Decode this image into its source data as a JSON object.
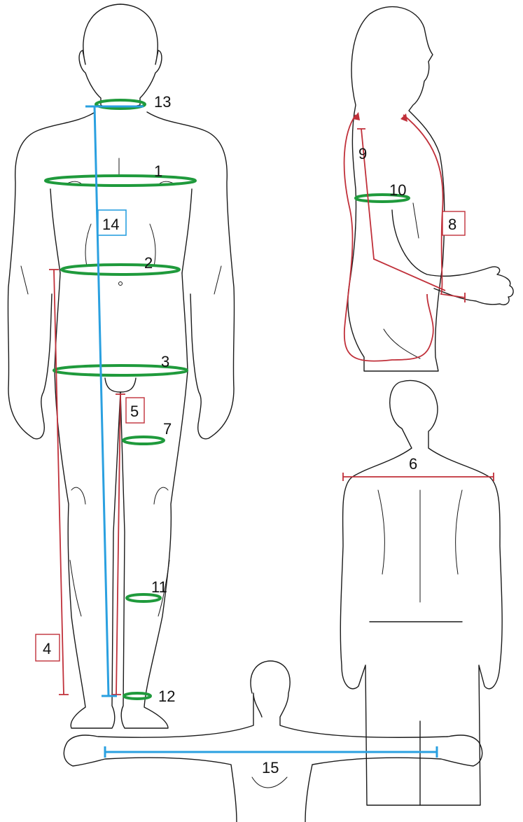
{
  "colors": {
    "girth": "#1f9a3c",
    "length": "#c0303a",
    "reference": "#2aa0e0",
    "outline": "#1a1a1a"
  },
  "labels": {
    "m1": "1",
    "m2": "2",
    "m3": "3",
    "m4": "4",
    "m5": "5",
    "m6": "6",
    "m7": "7",
    "m8": "8",
    "m9": "9",
    "m10": "10",
    "m11": "11",
    "m12": "12",
    "m13": "13",
    "m14": "14",
    "m15": "15"
  }
}
